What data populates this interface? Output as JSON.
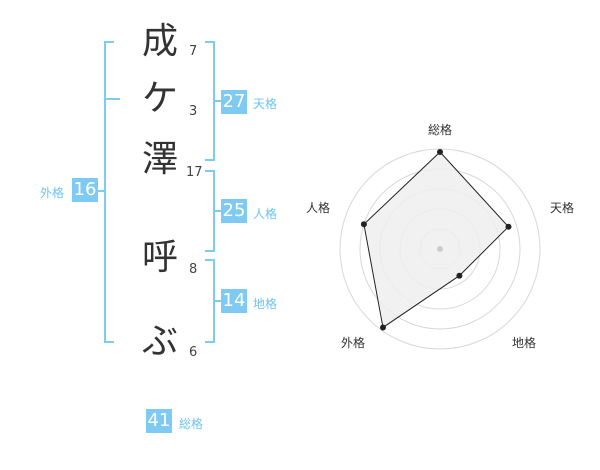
{
  "name": {
    "characters": [
      {
        "char": "成",
        "strokes": "7"
      },
      {
        "char": "ケ",
        "strokes": "3"
      },
      {
        "char": "澤",
        "strokes": "17"
      },
      {
        "char": "呼",
        "strokes": "8"
      },
      {
        "char": "ぶ",
        "strokes": "6"
      }
    ]
  },
  "kakusu": {
    "tenkaku": {
      "value": "27",
      "label": "天格"
    },
    "jinkaku": {
      "value": "25",
      "label": "人格"
    },
    "chikaku": {
      "value": "14",
      "label": "地格"
    },
    "gaikaku": {
      "value": "16",
      "label": "外格"
    },
    "soukaku": {
      "value": "41",
      "label": "総格"
    }
  },
  "radar": {
    "axis_labels": [
      "総格",
      "天格",
      "地格",
      "外格",
      "人格"
    ],
    "scores": [
      0.97,
      0.72,
      0.33,
      0.97,
      0.8
    ],
    "max": 1
  }
}
